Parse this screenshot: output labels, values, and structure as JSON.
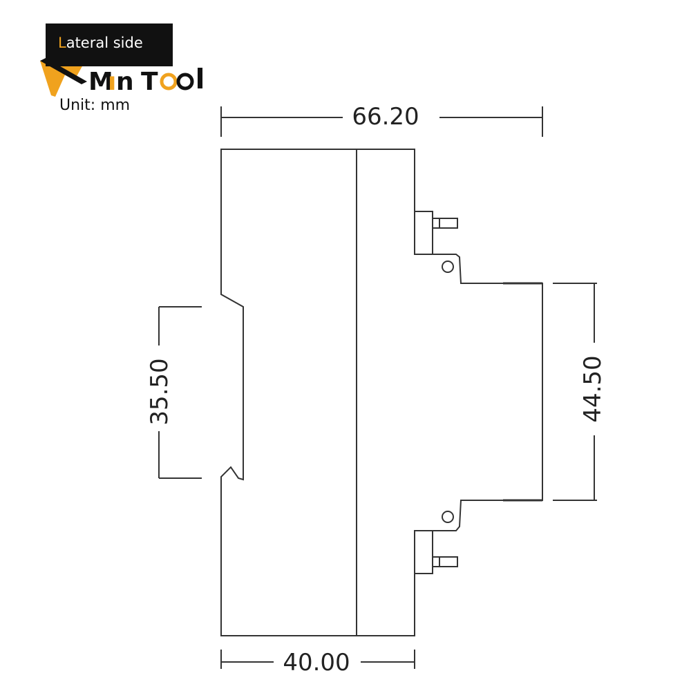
{
  "header": {
    "label_accent": "L",
    "label_rest": "ateral side",
    "unit": "Unit: mm"
  },
  "logo": {
    "text": "MinTool",
    "accent_color": "#f0a21e",
    "ink_color": "#111111"
  },
  "dimensions": {
    "width_total": "66.20",
    "width_base": "40.00",
    "rail_height": "35.50",
    "front_height": "44.50"
  },
  "colors": {
    "line": "#333333",
    "label_bg": "#111111",
    "label_text": "#ffffff"
  }
}
